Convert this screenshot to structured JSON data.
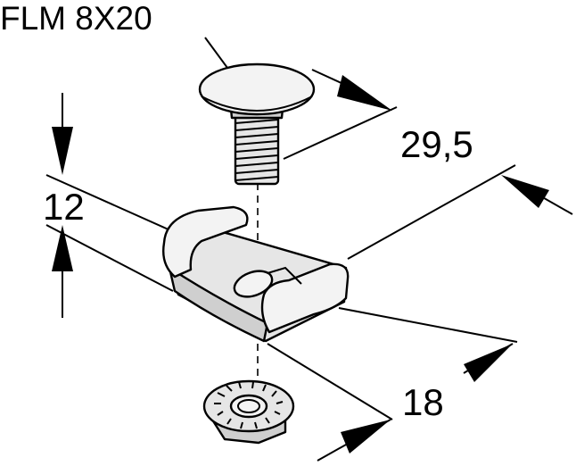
{
  "title": "FLM 8X20",
  "dimensions": {
    "length": "29,5",
    "height": "12",
    "width": "18"
  },
  "parts": {
    "bolt_icon": "carriage-bolt-icon",
    "clamp_icon": "clamp-plate-icon",
    "nut_icon": "flange-nut-icon"
  }
}
